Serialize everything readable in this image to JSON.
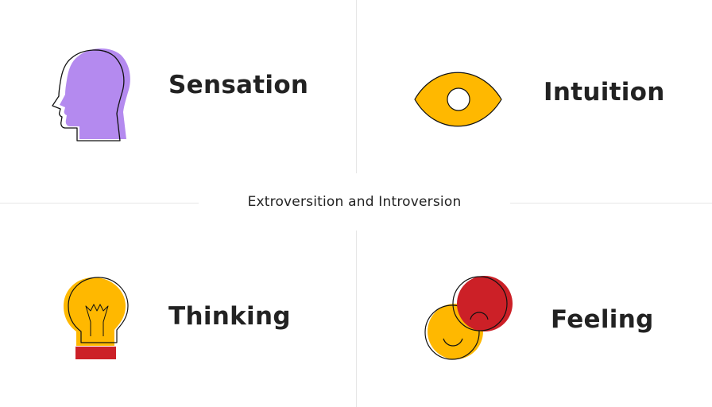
{
  "center": {
    "label": "Extroversition and Introversion"
  },
  "quadrants": {
    "sensation": {
      "label": "Sensation",
      "icon": "head-profile-icon"
    },
    "intuition": {
      "label": "Intuition",
      "icon": "eye-icon"
    },
    "thinking": {
      "label": "Thinking",
      "icon": "lightbulb-icon"
    },
    "feeling": {
      "label": "Feeling",
      "icon": "happy-sad-faces-icon"
    }
  },
  "colors": {
    "purple": "#b48aef",
    "yellow": "#ffb800",
    "red": "#cc2027",
    "divider": "#e6e6e6",
    "text": "#222222"
  }
}
